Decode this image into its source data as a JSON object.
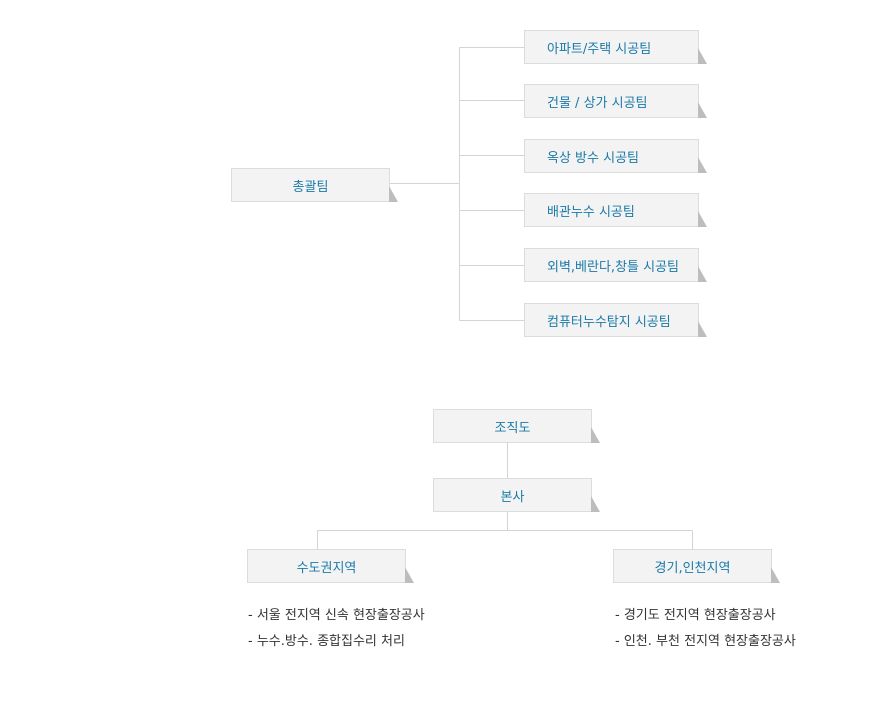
{
  "teams": {
    "root": "총괄팀",
    "items": [
      "아파트/주택 시공팀",
      "건물 / 상가  시공팀",
      "옥상 방수 시공팀",
      "배관누수 시공팀",
      "외벽,베란다,창틀 시공팀",
      "컴퓨터누수탐지 시공팀"
    ]
  },
  "org": {
    "top": "조직도",
    "hq": "본사",
    "regions": [
      {
        "name": "수도권지역",
        "notes": [
          "서울 전지역 신속 현장출장공사",
          "누수.방수. 종합집수리 처리"
        ]
      },
      {
        "name": "경기,인천지역",
        "notes": [
          "경기도 전지역  현장출장공사",
          "인천. 부천 전지역 현장출장공사"
        ]
      }
    ]
  },
  "colors": {
    "box_text": "#1a7aa8",
    "box_fill": "#f3f3f3",
    "box_border": "#dcdcdc",
    "connector": "#d4d4d4",
    "note_text": "#333333"
  }
}
